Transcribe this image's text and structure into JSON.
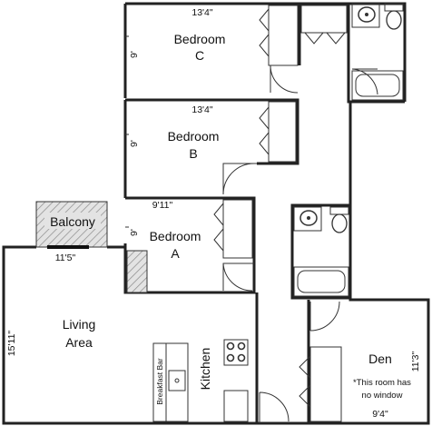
{
  "rooms": {
    "bedroom_c": {
      "name": "Bedroom",
      "letter": "C",
      "width": "13'4\"",
      "depth": "9'"
    },
    "bedroom_b": {
      "name": "Bedroom",
      "letter": "B",
      "width": "13'4\"",
      "depth": "9'"
    },
    "bedroom_a": {
      "name": "Bedroom",
      "letter": "A",
      "width": "9'11\"",
      "depth": "9'"
    },
    "balcony": {
      "name": "Balcony",
      "width": "11'5\""
    },
    "living": {
      "line1": "Living",
      "line2": "Area",
      "depth": "15'11\""
    },
    "kitchen": {
      "name": "Kitchen",
      "counter": "Breakfast Bar"
    },
    "den": {
      "name": "Den",
      "note1": "*This room has",
      "note2": "no window",
      "width": "9'4\"",
      "depth": "11'3\""
    }
  },
  "colors": {
    "wall": "#222222",
    "hatch": "#8a8a8a",
    "balcony_fill": "#e3e3e3",
    "background": "#ffffff"
  }
}
